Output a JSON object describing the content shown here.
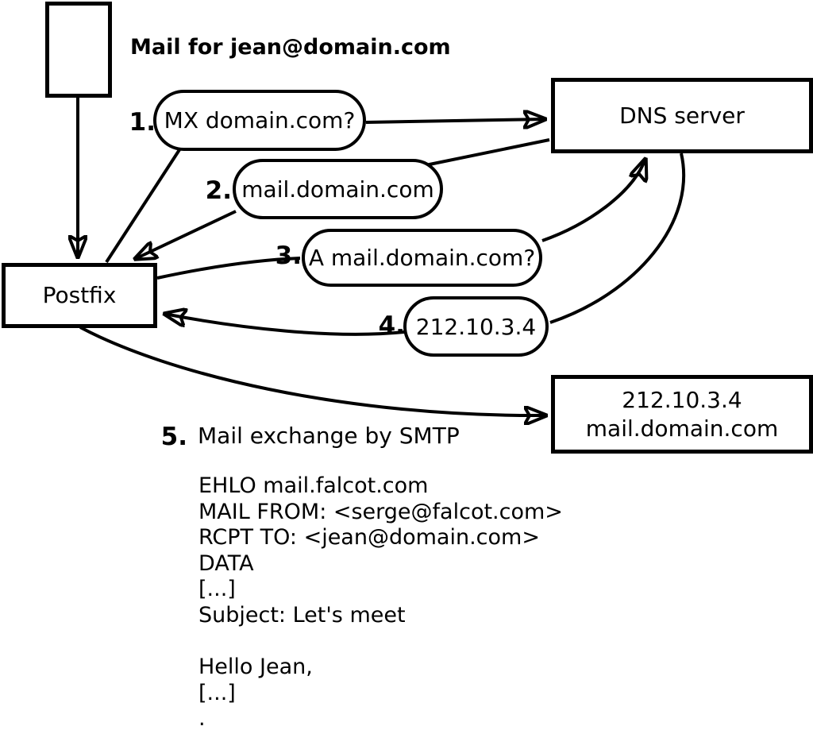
{
  "title": "Mail for jean@domain.com",
  "nodes": {
    "postfix": "Postfix",
    "dns_server": "DNS server",
    "mail_server_line1": "212.10.3.4",
    "mail_server_line2": "mail.domain.com"
  },
  "steps": [
    {
      "num": "1.",
      "label": "MX domain.com?"
    },
    {
      "num": "2.",
      "label": "mail.domain.com"
    },
    {
      "num": "3.",
      "label": "A mail.domain.com?"
    },
    {
      "num": "4.",
      "label": "212.10.3.4"
    },
    {
      "num": "5.",
      "label": "Mail exchange by SMTP"
    }
  ],
  "smtp_session": [
    "EHLO mail.falcot.com",
    "MAIL FROM: <serge@falcot.com>",
    "RCPT TO: <jean@domain.com>",
    "DATA",
    "[...]",
    "Subject: Let's meet",
    "",
    "Hello Jean,",
    "[...]",
    "."
  ],
  "colors": {
    "line": "#000000",
    "background": "#ffffff"
  }
}
